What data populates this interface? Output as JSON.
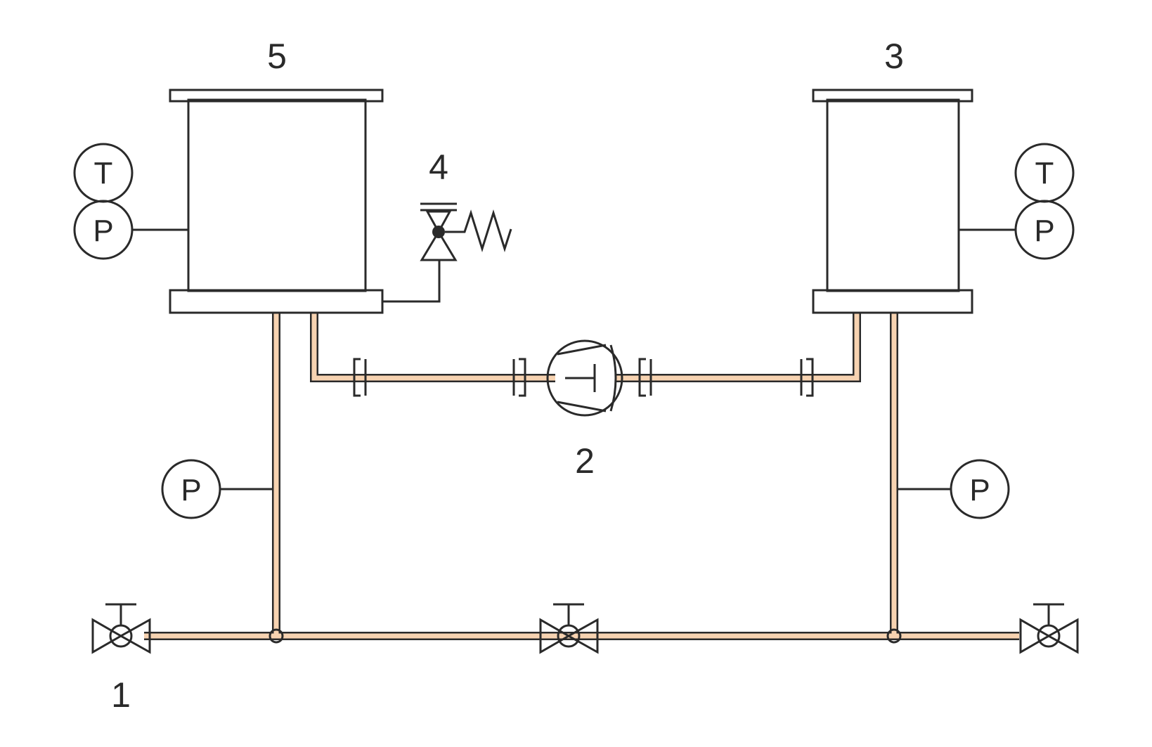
{
  "colors": {
    "line": "#2a2a2a",
    "tank_fill": "#e9f5fd",
    "flange_fill": "#c0c0c0",
    "pipe_fill": "#f7d3b1",
    "background": "#ffffff"
  },
  "labels": {
    "valve_1": "1",
    "pump_2": "2",
    "tank_3": "3",
    "safety_valve_4": "4",
    "tank_5": "5"
  },
  "gauges": {
    "left_temp": "T",
    "left_pressure": "P",
    "right_temp": "T",
    "right_pressure": "P",
    "left_line_pressure": "P",
    "right_line_pressure": "P"
  },
  "icons": {
    "pump": "centrifugal-pump-icon",
    "valve": "gate-valve-icon",
    "safety_valve": "spring-safety-valve-icon"
  }
}
